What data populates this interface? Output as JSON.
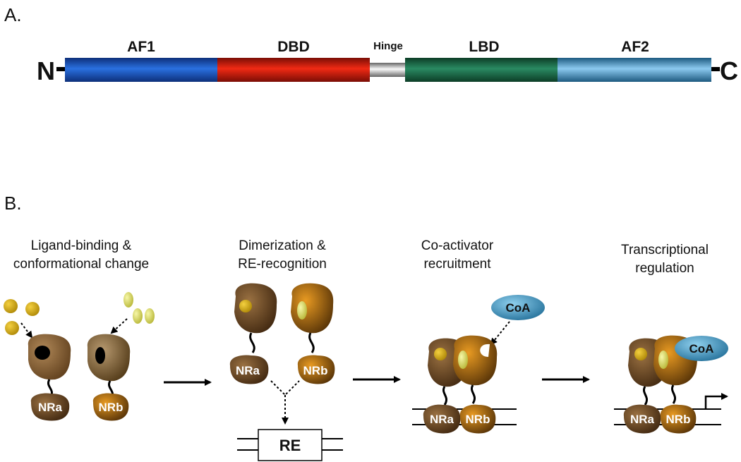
{
  "panel_a": {
    "label": "A.",
    "n_terminus": "N",
    "c_terminus": "C",
    "domains": [
      {
        "name": "AF1",
        "color": "#1f5fc9"
      },
      {
        "name": "DBD",
        "color": "#e01e0c"
      },
      {
        "name": "Hinge",
        "color": "#c8c8c8"
      },
      {
        "name": "LBD",
        "color": "#1f7a55"
      },
      {
        "name": "AF2",
        "color": "#5aaad8"
      }
    ]
  },
  "panel_b": {
    "label": "B.",
    "steps": [
      {
        "line1": "Ligand-binding &",
        "line2": "conformational change"
      },
      {
        "line1": "Dimerization &",
        "line2": "RE-recognition"
      },
      {
        "line1": "Co-activator",
        "line2": "recruitment"
      },
      {
        "line1": "Transcriptional",
        "line2": "regulation"
      }
    ],
    "receptor_a": "NRa",
    "receptor_b": "NRb",
    "response_element": "RE",
    "coactivator": "CoA",
    "colors": {
      "receptor_a_dark": "#4a2e14",
      "receptor_a_light": "#8a6236",
      "receptor_b_dark": "#6a3f08",
      "receptor_b_light": "#d1860f",
      "ligand_round": "#e0b31c",
      "ligand_oval": "#dede6a",
      "coactivator": "#4aa7cf"
    }
  }
}
